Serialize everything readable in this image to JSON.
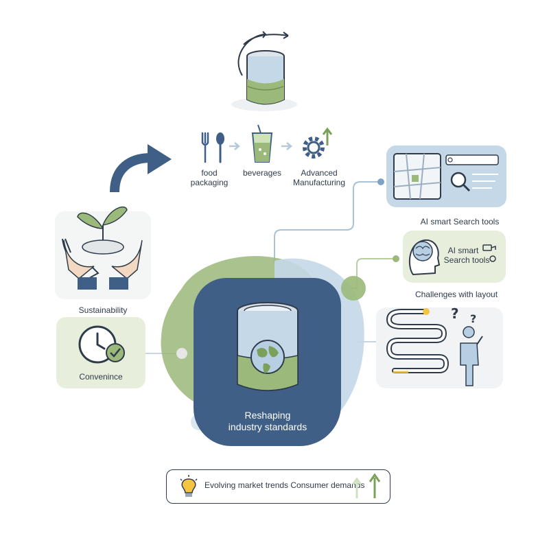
{
  "top_row": {
    "food_label_1": "food",
    "food_label_2": "packaging",
    "beverages_label": "beverages",
    "manufacturing_label_1": "Advanced",
    "manufacturing_label_2": "Manufacturing"
  },
  "left": {
    "sustainability_label": "Sustainability",
    "convenience_label": "Convenince"
  },
  "right": {
    "search_caption": "AI smart Search tools",
    "brain_label_1": "AI smart",
    "brain_label_2": "Search tools",
    "layout_caption": "Challenges with layout"
  },
  "center": {
    "title_line_1": "Reshaping",
    "title_line_2": "industry standards"
  },
  "footer": {
    "trend_text": "Evolving market trends Consumer demands"
  },
  "colors": {
    "navy": "#3f5f86",
    "green": "#9bb97a",
    "light_blue": "#c4d8e8",
    "pale_green": "#e7efdc"
  }
}
